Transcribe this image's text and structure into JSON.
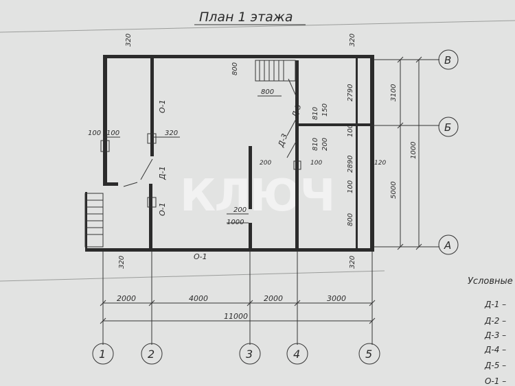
{
  "title": "План 1 этажа",
  "watermark": "КЛЮЧ",
  "legend": {
    "heading": "Условные",
    "items": [
      "Д-1 –",
      "Д-2 –",
      "Д-3 –",
      "Д-4 –",
      "Д-5 –",
      "О-1 –"
    ]
  },
  "axes_vertical": [
    "1",
    "2",
    "3",
    "4",
    "5"
  ],
  "axes_horizontal": [
    "В",
    "Б",
    "А"
  ],
  "dims_horizontal": [
    "2000",
    "4000",
    "2000",
    "3000"
  ],
  "dim_total": "11000",
  "dims_vertical": [
    "3100",
    "5000",
    "1000",
    "2790",
    "100",
    "2890",
    "100",
    "800"
  ],
  "wall_thickness": [
    "320",
    "320",
    "320",
    "320"
  ],
  "labels": {
    "w100": "100",
    "w100b": "100",
    "w320": "320",
    "d800a": "800",
    "d800b": "800",
    "d810a": "810",
    "d810b": "810",
    "d150": "150",
    "d200a": "200",
    "d200b": "200",
    "d200c": "200",
    "d200d": "200",
    "d100": "100",
    "d120": "120",
    "d1000": "1000",
    "door_d1": "Д-1",
    "door_d3a": "Д-3",
    "door_d3b": "Д-3",
    "win_o1a": "О-1",
    "win_o1b": "О-1",
    "win_o1c": "О-1"
  },
  "colors": {
    "paper": "#e2e3e2",
    "ink": "#2b2b2b"
  }
}
